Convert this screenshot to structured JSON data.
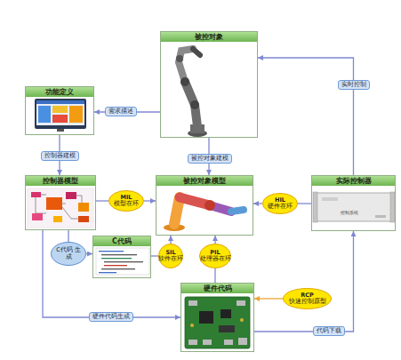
{
  "diagram": {
    "nodes": [
      {
        "text": [
          "被控对象"
        ]
      },
      {
        "text": [
          "功能定义"
        ]
      },
      {
        "text": [
          "控制器模型"
        ]
      },
      {
        "text": [
          "被控对象模型"
        ]
      },
      {
        "text": [
          "实际控制器"
        ]
      },
      {
        "text": [
          "MIL",
          "模型在环"
        ]
      },
      {
        "text": [
          "HIL",
          "硬件在环"
        ]
      },
      {
        "text": [
          "C代码"
        ]
      },
      {
        "text": [
          "SIL",
          "软件在环"
        ]
      },
      {
        "text": [
          "PIL",
          "处理器在环"
        ]
      },
      {
        "text": [
          "C代码 生成"
        ]
      },
      {
        "text": [
          "硬件代码"
        ]
      },
      {
        "text": [
          "RCP",
          "快速控制原型"
        ]
      }
    ],
    "edges": [
      {
        "from": 0,
        "to": 1,
        "label": "需求描述",
        "arrow": "to"
      },
      {
        "from": 1,
        "to": 2,
        "label": "控制器建模",
        "arrow": "to"
      },
      {
        "from": 0,
        "to": 3,
        "label": "被控对象建模",
        "arrow": "to"
      },
      {
        "from": 4,
        "to": 0,
        "label": "实时控制",
        "arrow": "to"
      },
      {
        "from": 2,
        "to": 5,
        "arrow": "none"
      },
      {
        "from": 5,
        "to": 3,
        "arrow": "to"
      },
      {
        "from": 4,
        "to": 6,
        "arrow": "none"
      },
      {
        "from": 6,
        "to": 3,
        "arrow": "to"
      },
      {
        "from": 2,
        "to": 10,
        "arrow": "none"
      },
      {
        "from": 10,
        "to": 7,
        "arrow": "to"
      },
      {
        "from": 7,
        "to": 8,
        "arrow": "none"
      },
      {
        "from": 8,
        "to": 3,
        "arrow": "to"
      },
      {
        "from": 11,
        "to": 9,
        "arrow": "none"
      },
      {
        "from": 9,
        "to": 3,
        "arrow": "to"
      },
      {
        "from": 2,
        "to": 11,
        "label": "硬件代码生成",
        "arrow": "to"
      },
      {
        "from": 11,
        "to": 4,
        "label": "代码下载",
        "arrow": "to"
      },
      {
        "from": 12,
        "to": 11,
        "arrow": "to"
      }
    ],
    "labels": [
      "控制系统"
    ]
  }
}
